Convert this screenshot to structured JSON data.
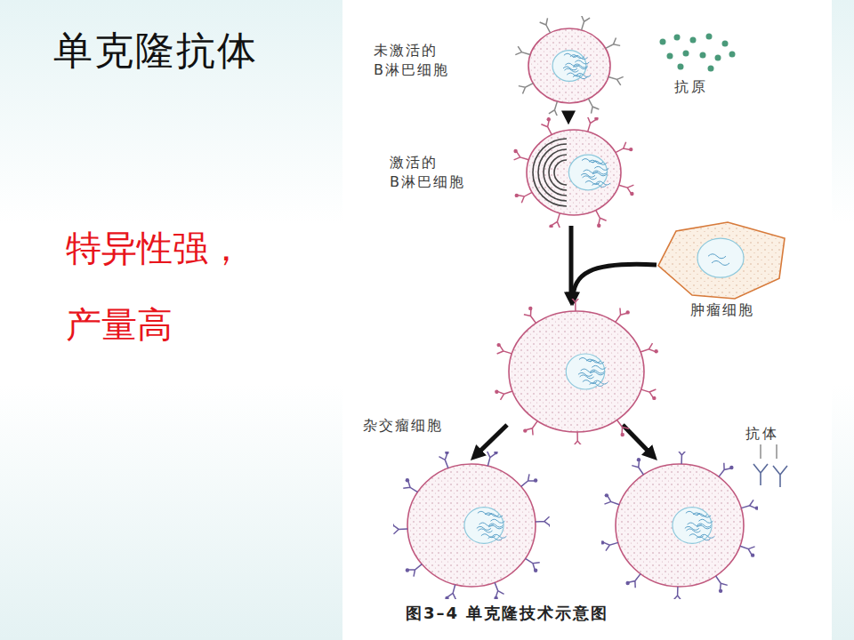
{
  "diagram": {
    "title": "单克隆抗体",
    "caption": "图3–4 单克隆技术示意图",
    "nodes": [
      {
        "text": [
          "未激活的 B淋巴细胞"
        ]
      },
      {
        "text": [
          "激活的 B淋巴细胞"
        ]
      },
      {
        "text": [
          "肿瘤细胞"
        ]
      },
      {
        "text": [
          "杂交瘤细胞"
        ]
      }
    ],
    "edges": [
      {
        "from": 0,
        "to": 1,
        "arrow": "to"
      },
      {
        "from": 1,
        "to": 3,
        "arrow": "to"
      },
      {
        "from": 2,
        "to": 3,
        "arrow": "to"
      }
    ],
    "labels": [
      "特异性强，",
      "产量高",
      "抗原",
      "抗体"
    ]
  }
}
